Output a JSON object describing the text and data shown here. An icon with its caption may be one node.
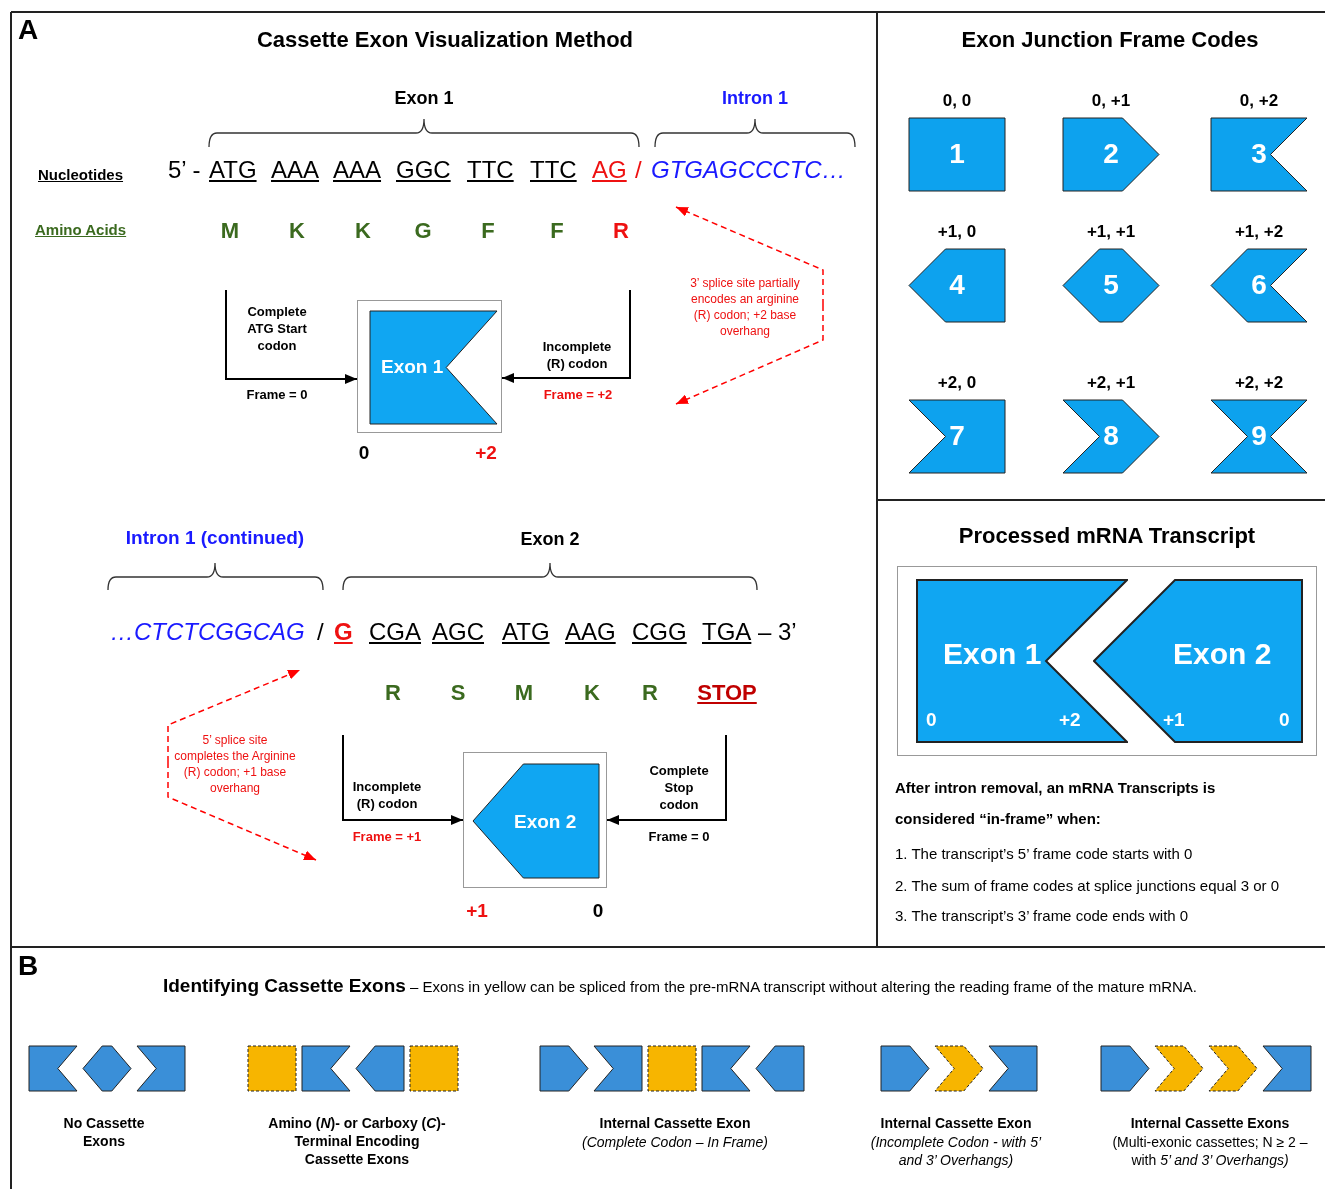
{
  "diagram": {
    "nodes": [
      {
        "text": [],
        "shape": "box"
      },
      {
        "text": [
          "Exon 1"
        ],
        "in": 0
      },
      {
        "text": [
          "3’ splice site partially encodes an arginine (R) codon; +2 base overhang"
        ]
      },
      {
        "text": [],
        "shape": "box"
      },
      {
        "text": [
          "Exon 2"
        ],
        "in": 3
      },
      {
        "text": [
          "5’ splice site completes the Arginine (R) codon; +1 base overhang"
        ]
      },
      {
        "text": [
          "1"
        ],
        "beside": [
          "0, 0"
        ]
      },
      {
        "text": [
          "2"
        ],
        "beside": [
          "0, +1"
        ]
      },
      {
        "text": [
          "3"
        ],
        "beside": [
          "0, +2"
        ]
      },
      {
        "text": [
          "4"
        ],
        "beside": [
          "+1, 0"
        ]
      },
      {
        "text": [
          "5"
        ],
        "beside": [
          "+1, +1"
        ]
      },
      {
        "text": [
          "6"
        ],
        "beside": [
          "+1, +2"
        ]
      },
      {
        "text": [
          "7"
        ],
        "beside": [
          "+2, 0"
        ]
      },
      {
        "text": [
          "8"
        ],
        "beside": [
          "+2, +1"
        ]
      },
      {
        "text": [
          "9"
        ],
        "beside": [
          "+2, +2"
        ]
      },
      {
        "text": [],
        "shape": "box"
      },
      {
        "text": [
          "Exon 1",
          "0",
          "+2"
        ],
        "in": 15
      },
      {
        "text": [
          "Exon 2",
          "+1",
          "0"
        ],
        "in": 15
      },
      {
        "text": [],
        "shape": "flag"
      },
      {
        "text": [],
        "shape": "hexagon"
      },
      {
        "text": [],
        "shape": "flag"
      },
      {
        "text": [],
        "shape": "box"
      },
      {
        "text": [],
        "shape": "flag"
      },
      {
        "text": [],
        "shape": "pentagon"
      },
      {
        "text": [],
        "shape": "box"
      },
      {
        "text": [],
        "shape": "pentagon"
      },
      {
        "text": [],
        "shape": "flag"
      },
      {
        "text": [],
        "shape": "box"
      },
      {
        "text": [],
        "shape": "flag"
      },
      {
        "text": [],
        "shape": "pentagon"
      },
      {
        "text": [],
        "shape": "pentagon"
      },
      {
        "text": [],
        "shape": "chevron"
      },
      {
        "text": [],
        "shape": "flag"
      },
      {
        "text": [],
        "shape": "pentagon"
      },
      {
        "text": [],
        "shape": "chevron"
      },
      {
        "text": [],
        "shape": "chevron"
      },
      {
        "text": [],
        "shape": "flag"
      }
    ],
    "edges": [
      {
        "from": null,
        "to": 0,
        "arrow": "to",
        "label": "Complete ATG Start codon"
      },
      {
        "from": null,
        "to": 0,
        "arrow": "to",
        "label": "Incomplete (R) codon"
      },
      {
        "from": 2,
        "to": null,
        "arrow": "to",
        "style": "dashed",
        "color": "#ff0000"
      },
      {
        "from": 2,
        "to": null,
        "arrow": "to",
        "style": "dashed",
        "color": "#ff0000"
      },
      {
        "from": null,
        "to": 3,
        "arrow": "to",
        "label": "Incomplete (R) codon"
      },
      {
        "from": null,
        "to": 3,
        "arrow": "to",
        "label": "Complete Stop codon"
      },
      {
        "from": 5,
        "to": null,
        "arrow": "to",
        "style": "dashed",
        "color": "#ff0000"
      },
      {
        "from": 5,
        "to": null,
        "arrow": "to",
        "style": "dashed",
        "color": "#ff0000"
      }
    ],
    "labels": [
      "A",
      "Cassette Exon Visualization Method",
      "Exon Junction Frame Codes",
      "Exon 1",
      "Intron 1",
      "Nucleotides",
      "5’ -",
      "ATG",
      "AAA",
      "AAA",
      "GGC",
      "TTC",
      "TTC",
      "AG",
      "/",
      "GTGAGCCCTC…",
      "Amino Acids",
      "M",
      "K",
      "K",
      "G",
      "F",
      "F",
      "R",
      "Frame = 0",
      "Frame = +2",
      "0",
      "+2",
      "Intron 1 (continued)",
      "Exon 2",
      "…CTCTCGGCAG",
      "/",
      "G",
      "CGA",
      "AGC",
      "ATG",
      "AAG",
      "CGG",
      "TGA",
      "– 3’",
      "R",
      "S",
      "M",
      "K",
      "R",
      "STOP",
      "Frame = +1",
      "Frame = 0",
      "+1",
      "0",
      "Processed mRNA Transcript",
      "After intron removal, an mRNA Transcripts is considered “in-frame” when:",
      "1. The transcript’s 5’ frame code starts with 0",
      "2. The sum of frame codes at splice junctions equal 3 or 0",
      "3. The transcript’s 3’ frame code ends with 0",
      "B",
      "**Identifying Cassette Exons** – Exons in yellow can be spliced from the pre-mRNA transcript without altering the reading frame of the mature mRNA.",
      "No Cassette Exons",
      "Amino (*N*)- or Carboxy (*C*)-Terminal Encoding Cassette Exons",
      "Internal Cassette Exon",
      "(Complete Codon – In Frame)",
      "Internal Cassette Exon",
      "(Incomplete Codon - with 5’ and 3’ Overhangs)",
      "Internal Cassette Exons",
      "(Multi-exonic cassettes; N ≥ 2 – with *5’ and 3’ Overhangs)*"
    ]
  }
}
